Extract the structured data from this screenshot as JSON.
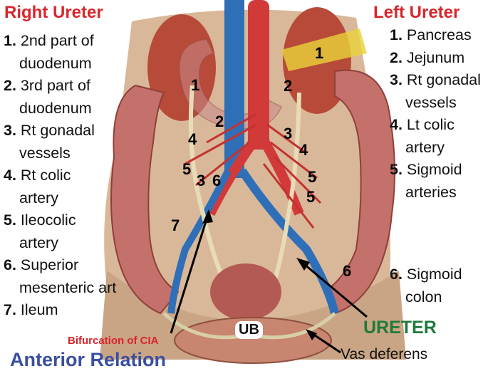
{
  "right_title": "Right Ureter",
  "left_title": "Left Ureter",
  "right_list": [
    {
      "num": "1.",
      "lines": [
        "2nd part of",
        "duodenum"
      ]
    },
    {
      "num": "2.",
      "lines": [
        "3rd part of",
        "duodenum"
      ]
    },
    {
      "num": "3.",
      "lines": [
        "Rt gonadal",
        "vessels"
      ]
    },
    {
      "num": "4.",
      "lines": [
        "Rt colic",
        "artery"
      ]
    },
    {
      "num": "5.",
      "lines": [
        "Ileocolic",
        "artery"
      ]
    },
    {
      "num": "6.",
      "lines": [
        "Superior",
        "mesenteric art"
      ]
    },
    {
      "num": "7.",
      "lines": [
        "Ileum"
      ]
    }
  ],
  "left_list": [
    {
      "num": "1.",
      "lines": [
        "Pancreas"
      ]
    },
    {
      "num": "2.",
      "lines": [
        "Jejunum"
      ]
    },
    {
      "num": "3.",
      "lines": [
        "Rt gonadal",
        "vessels"
      ]
    },
    {
      "num": "4.",
      "lines": [
        "Lt colic",
        "artery"
      ]
    },
    {
      "num": "5.",
      "lines": [
        "Sigmoid",
        "arteries"
      ]
    }
  ],
  "left_list_6": {
    "num": "6.",
    "lines": [
      "Sigmoid",
      "colon"
    ]
  },
  "figure_numbers": {
    "r1": "1",
    "r2": "2",
    "r3": "3",
    "r4": "4",
    "r5": "5",
    "r6": "6",
    "r7": "7",
    "l1": "1",
    "l2": "2",
    "l3": "3",
    "l4": "4",
    "l5a": "5",
    "l5b": "5",
    "l6": "6"
  },
  "ureter_label": "URETER",
  "cia_label": "Bifurcation of CIA",
  "vas_label": "Vas deferens",
  "ub_label": "UB",
  "footer_label": "Anterior Relation",
  "colors": {
    "title_red": "#d8262c",
    "ureter_green": "#1f7a3a",
    "footer_blue": "#3a4fa0",
    "artery_red": "#d23a3a",
    "vein_blue": "#2f6fb8",
    "pancreas_yellow": "#e8d23a"
  }
}
